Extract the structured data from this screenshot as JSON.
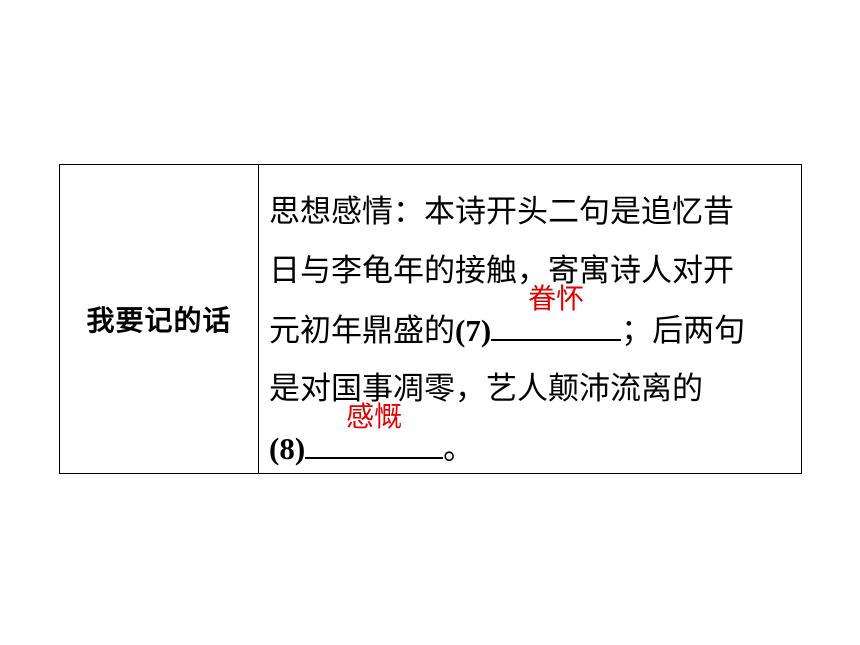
{
  "table": {
    "label": "我要记的话",
    "content": {
      "line1": "思想感情：本诗开头二句是追忆昔",
      "line2": "日与李龟年的接触，寄寓诗人对开",
      "line3_prefix": "元初年鼎盛的",
      "blank7_number": "(7)",
      "blank7_answer": "眷怀",
      "line3_suffix": "；后两句",
      "line4": "是对国事凋零，艺人颠沛流离的",
      "blank8_number": "(8)",
      "blank8_answer": "感慨",
      "line5_suffix": "。"
    }
  },
  "colors": {
    "answer": "#e00000",
    "text": "#000000",
    "border": "#000000"
  }
}
